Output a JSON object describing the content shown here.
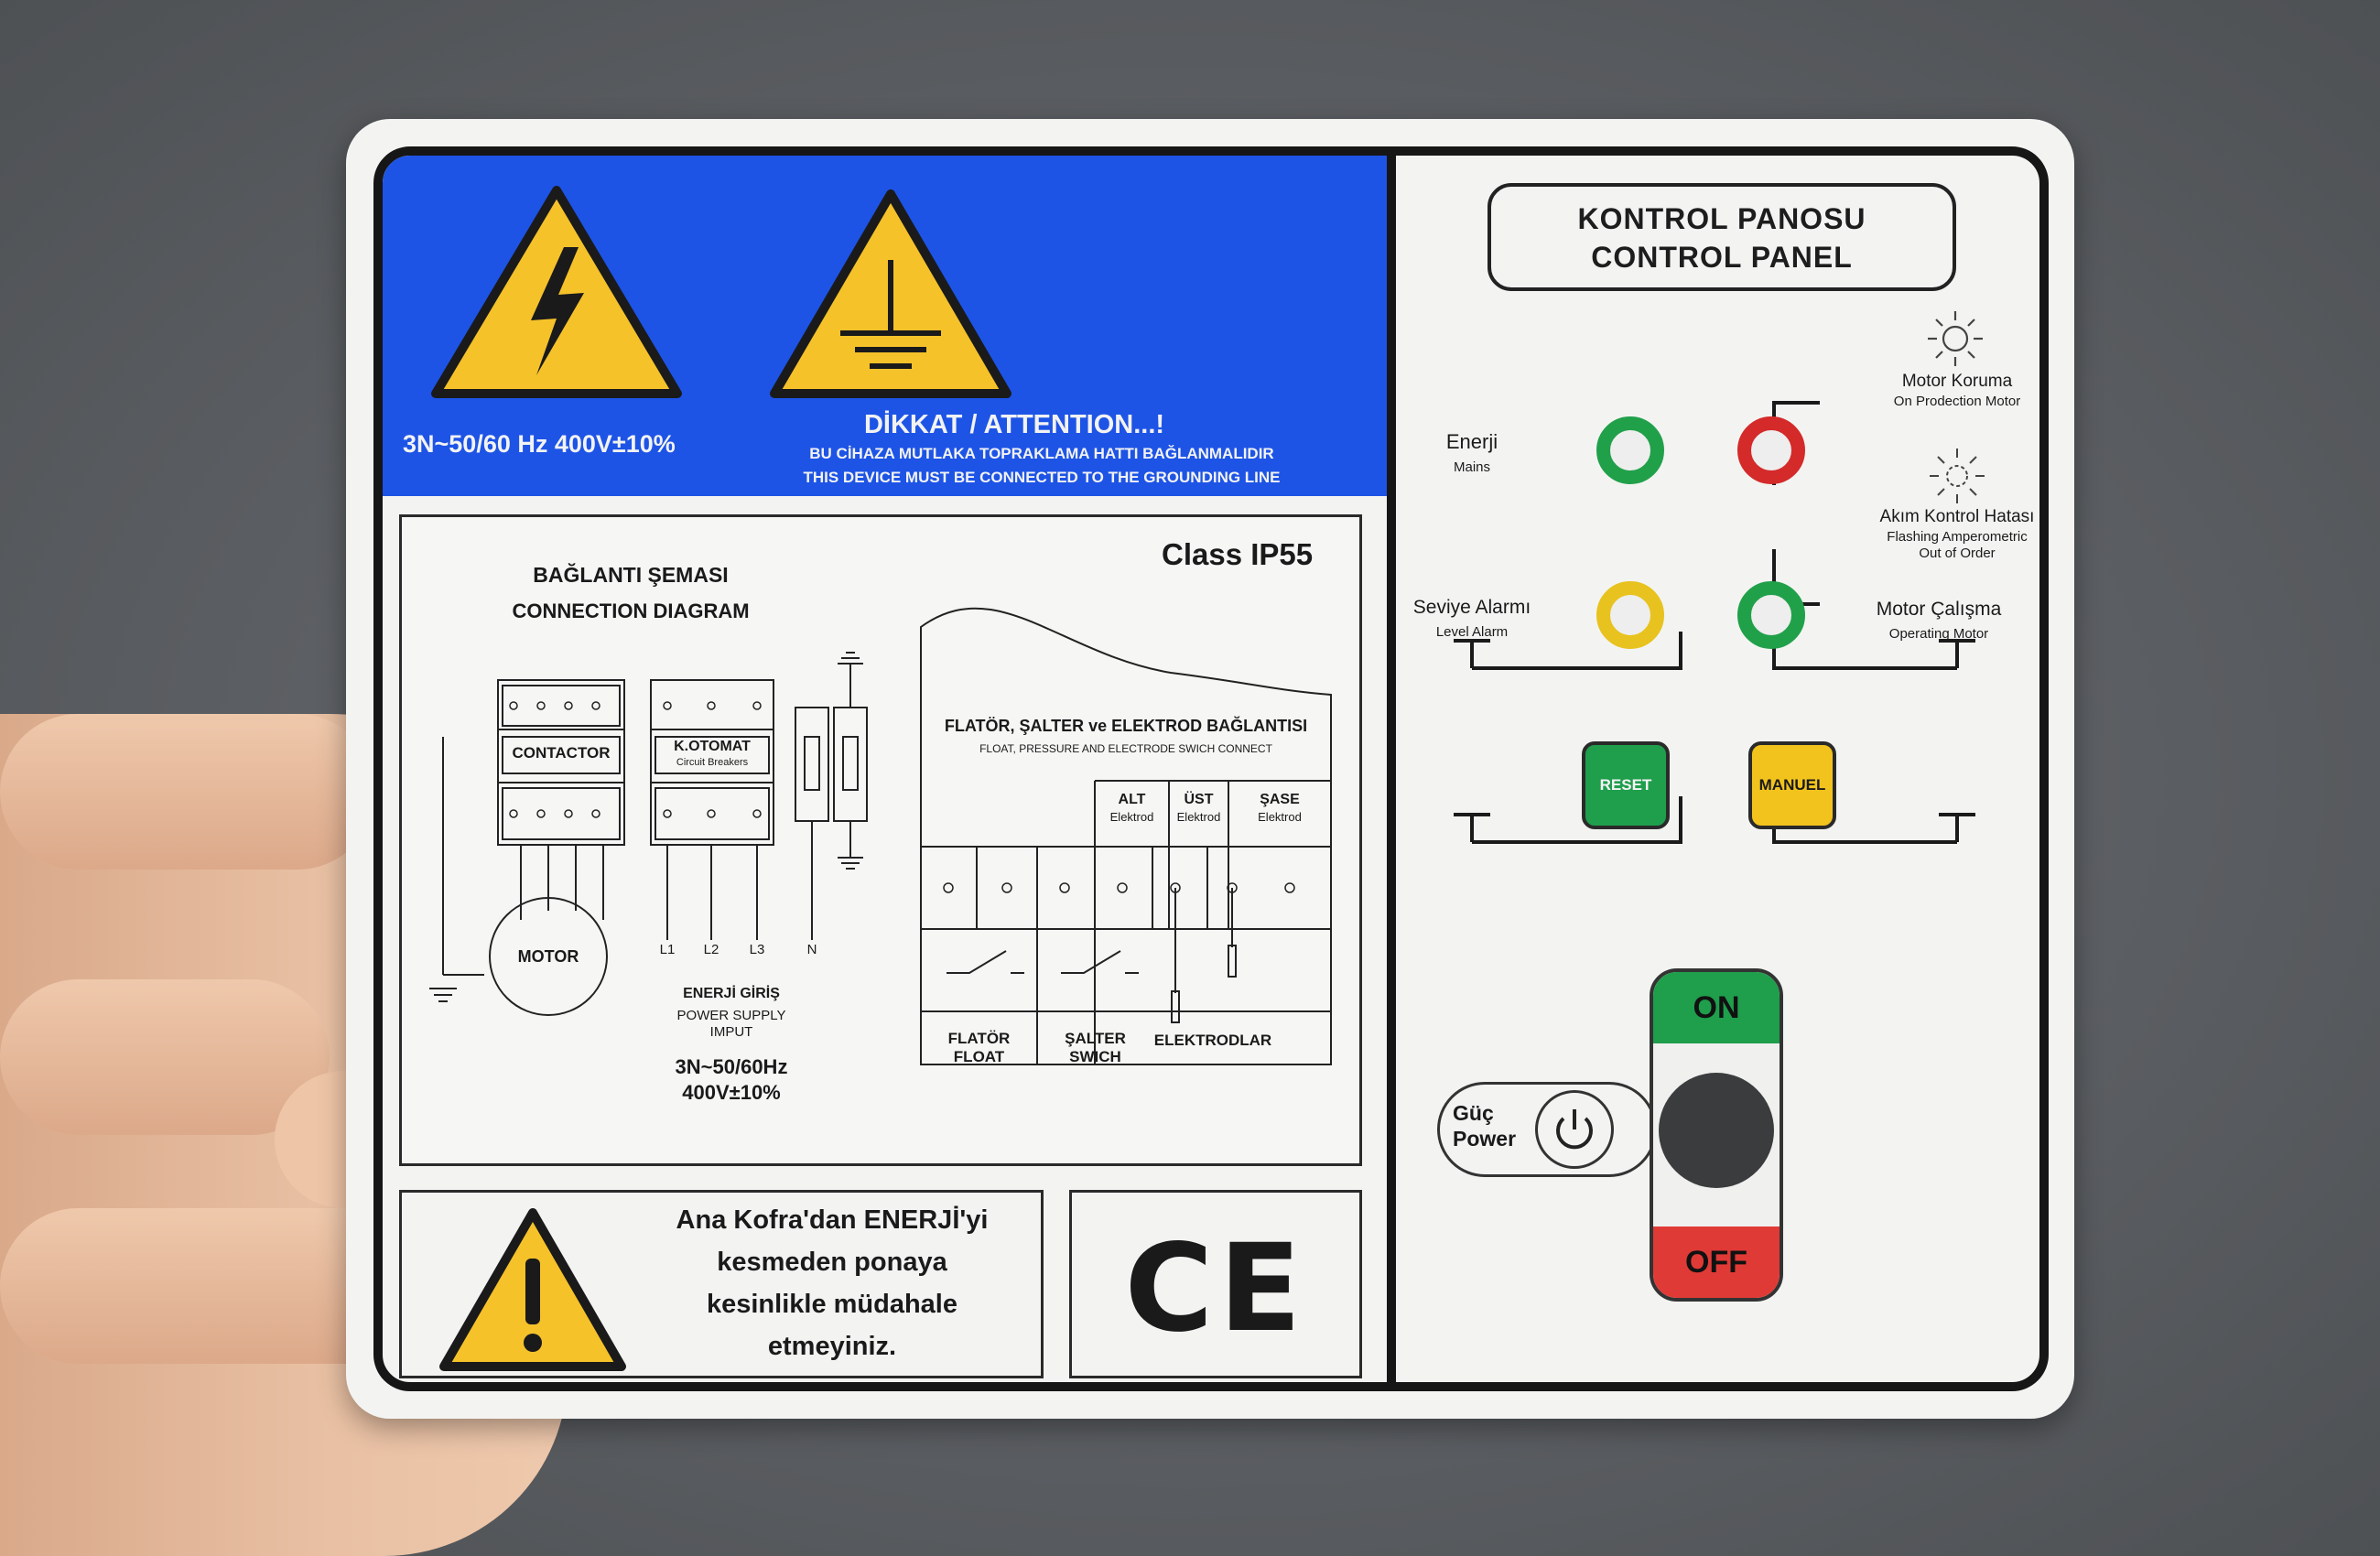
{
  "left_panel": {
    "voltage_label": "3N~50/60 Hz 400V±10%",
    "attention_title": "DİKKAT / ATTENTION...!",
    "attention_line1": "BU CİHAZA MUTLAKA TOPRAKLAMA HATTI BAĞLANMALIDIR",
    "attention_line2": "THIS DEVICE MUST BE CONNECTED TO THE GROUNDING LINE",
    "diagram_title_tr": "BAĞLANTI ŞEMASI",
    "diagram_title_en": "CONNECTION DIAGRAM",
    "class_label": "Class IP55",
    "contactor_label": "CONTACTOR",
    "kotomat_label": "K.OTOMAT",
    "kotomat_sub": "Circuit Breakers",
    "motor_label": "MOTOR",
    "phase_labels": [
      "L1",
      "L2",
      "L3",
      "N"
    ],
    "supply_tr": "ENERJİ GİRİŞ",
    "supply_en1": "POWER SUPPLY",
    "supply_en2": "IMPUT",
    "supply_spec1": "3N~50/60Hz",
    "supply_spec2": "400V±10%",
    "float_title": "FLATÖR, ŞALTER ve ELEKTROD BAĞLANTISI",
    "float_sub": "FLOAT, PRESSURE AND ELECTRODE SWICH CONNECT",
    "electrodes": [
      {
        "name": "ALT",
        "sub": "Elektrod"
      },
      {
        "name": "ÜST",
        "sub": "Elektrod"
      },
      {
        "name": "ŞASE",
        "sub": "Elektrod"
      }
    ],
    "flator_tr": "FLATÖR",
    "flator_en": "FLOAT",
    "salter_tr": "ŞALTER",
    "salter_en": "SWICH",
    "elektrodlar": "ELEKTRODLAR",
    "warning_line1": "Ana Kofra'dan ENERJİ'yi",
    "warning_line2": "kesmeden ponaya",
    "warning_line3": "kesinlikle müdahale",
    "warning_line4": "etmeyiniz.",
    "ce_mark": "CE"
  },
  "right_panel": {
    "title_tr": "KONTROL PANOSU",
    "title_en": "CONTROL PANEL",
    "mains_tr": "Enerji",
    "mains_en": "Mains",
    "motor_protect_tr": "Motor Koruma",
    "motor_protect_en": "On Prodection Motor",
    "current_err_tr": "Akım Kontrol Hatası",
    "current_err_en1": "Flashing Amperometric",
    "current_err_en2": "Out of Order",
    "level_tr": "Seviye Alarmı",
    "level_en": "Level Alarm",
    "motor_run_tr": "Motor Çalışma",
    "motor_run_en": "Operating Motor",
    "reset_label": "RESET",
    "manual_label": "MANUEL",
    "on_label": "ON",
    "off_label": "OFF",
    "power_tr": "Güç",
    "power_en": "Power"
  },
  "colors": {
    "blue_band": "#1d54e6",
    "warning_yellow": "#f5c22a",
    "lamp_green": "#21a04a",
    "lamp_red": "#d42a2a",
    "lamp_yellow": "#e8c21e",
    "reset_green": "#1f9e4c",
    "manual_yellow": "#f2c31d"
  },
  "icons": [
    "high-voltage-icon",
    "ground-icon",
    "exclamation-warning-icon",
    "sun-icon",
    "flashing-sun-icon",
    "power-icon"
  ]
}
